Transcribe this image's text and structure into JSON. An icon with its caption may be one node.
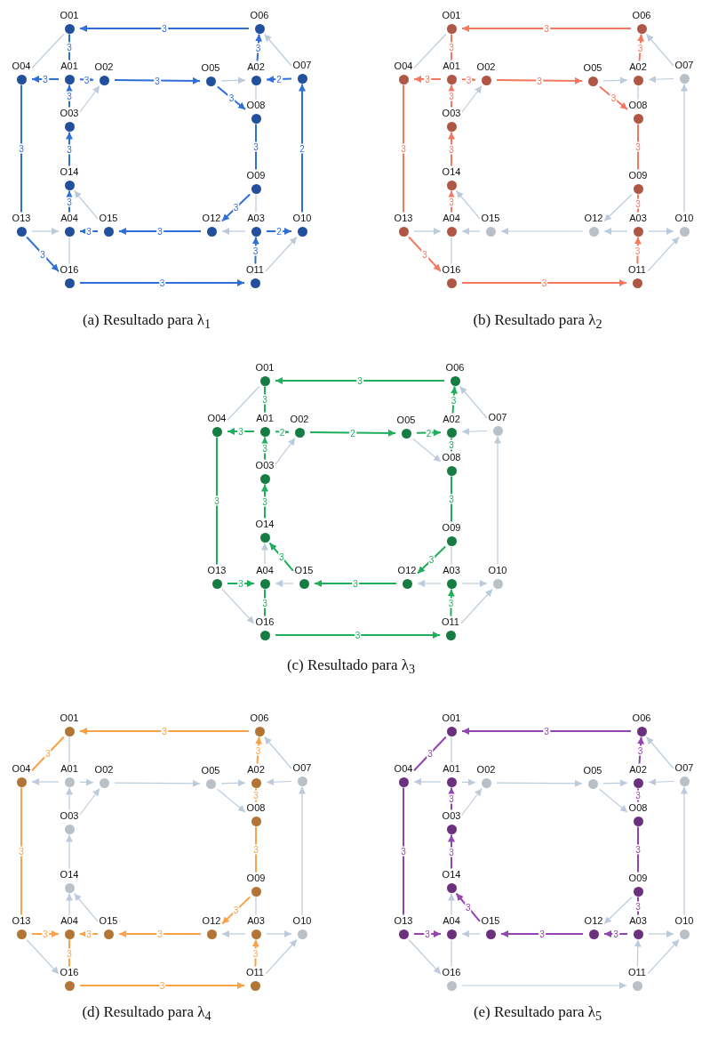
{
  "diagram": {
    "nodes": [
      {
        "text": [
          "O01"
        ]
      },
      {
        "text": [
          "O06"
        ]
      },
      {
        "text": [
          "O04"
        ]
      },
      {
        "text": [
          "A01"
        ]
      },
      {
        "text": [
          "O02"
        ]
      },
      {
        "text": [
          "O05"
        ]
      },
      {
        "text": [
          "A02"
        ]
      },
      {
        "text": [
          "O07"
        ]
      },
      {
        "text": [
          "O03"
        ]
      },
      {
        "text": [
          "O08"
        ]
      },
      {
        "text": [
          "O14"
        ]
      },
      {
        "text": [
          "O09"
        ]
      },
      {
        "text": [
          "O13"
        ]
      },
      {
        "text": [
          "A04"
        ]
      },
      {
        "text": [
          "O15"
        ]
      },
      {
        "text": [
          "O12"
        ]
      },
      {
        "text": [
          "A03"
        ]
      },
      {
        "text": [
          "O10"
        ]
      },
      {
        "text": [
          "O16"
        ]
      },
      {
        "text": [
          "O11"
        ]
      },
      {
        "text": [
          "O01"
        ]
      },
      {
        "text": [
          "O06"
        ]
      },
      {
        "text": [
          "O04"
        ]
      },
      {
        "text": [
          "A01"
        ]
      },
      {
        "text": [
          "O02"
        ]
      },
      {
        "text": [
          "O05"
        ]
      },
      {
        "text": [
          "A02"
        ]
      },
      {
        "text": [
          "O07"
        ]
      },
      {
        "text": [
          "O03"
        ]
      },
      {
        "text": [
          "O08"
        ]
      },
      {
        "text": [
          "O14"
        ]
      },
      {
        "text": [
          "O09"
        ]
      },
      {
        "text": [
          "O13"
        ]
      },
      {
        "text": [
          "A04"
        ]
      },
      {
        "text": [
          "O15"
        ]
      },
      {
        "text": [
          "O12"
        ]
      },
      {
        "text": [
          "A03"
        ]
      },
      {
        "text": [
          "O10"
        ]
      },
      {
        "text": [
          "O16"
        ]
      },
      {
        "text": [
          "O11"
        ]
      },
      {
        "text": [
          "O01"
        ]
      },
      {
        "text": [
          "O06"
        ]
      },
      {
        "text": [
          "O04"
        ]
      },
      {
        "text": [
          "A01"
        ]
      },
      {
        "text": [
          "O02"
        ]
      },
      {
        "text": [
          "O05"
        ]
      },
      {
        "text": [
          "A02"
        ]
      },
      {
        "text": [
          "O07"
        ]
      },
      {
        "text": [
          "O03"
        ]
      },
      {
        "text": [
          "O08"
        ]
      },
      {
        "text": [
          "O14"
        ]
      },
      {
        "text": [
          "O09"
        ]
      },
      {
        "text": [
          "O13"
        ]
      },
      {
        "text": [
          "A04"
        ]
      },
      {
        "text": [
          "O15"
        ]
      },
      {
        "text": [
          "O12"
        ]
      },
      {
        "text": [
          "A03"
        ]
      },
      {
        "text": [
          "O10"
        ]
      },
      {
        "text": [
          "O16"
        ]
      },
      {
        "text": [
          "O11"
        ]
      },
      {
        "text": [
          "O01"
        ]
      },
      {
        "text": [
          "O06"
        ]
      },
      {
        "text": [
          "O04"
        ]
      },
      {
        "text": [
          "A01"
        ]
      },
      {
        "text": [
          "O02"
        ]
      },
      {
        "text": [
          "O05"
        ]
      },
      {
        "text": [
          "A02"
        ]
      },
      {
        "text": [
          "O07"
        ]
      },
      {
        "text": [
          "O03"
        ]
      },
      {
        "text": [
          "O08"
        ]
      },
      {
        "text": [
          "O14"
        ]
      },
      {
        "text": [
          "O09"
        ]
      },
      {
        "text": [
          "O13"
        ]
      },
      {
        "text": [
          "A04"
        ]
      },
      {
        "text": [
          "O15"
        ]
      },
      {
        "text": [
          "O12"
        ]
      },
      {
        "text": [
          "A03"
        ]
      },
      {
        "text": [
          "O10"
        ]
      },
      {
        "text": [
          "O16"
        ]
      },
      {
        "text": [
          "O11"
        ]
      },
      {
        "text": [
          "O01"
        ]
      },
      {
        "text": [
          "O06"
        ]
      },
      {
        "text": [
          "O04"
        ]
      },
      {
        "text": [
          "A01"
        ]
      },
      {
        "text": [
          "O02"
        ]
      },
      {
        "text": [
          "O05"
        ]
      },
      {
        "text": [
          "A02"
        ]
      },
      {
        "text": [
          "O07"
        ]
      },
      {
        "text": [
          "O03"
        ]
      },
      {
        "text": [
          "O08"
        ]
      },
      {
        "text": [
          "O14"
        ]
      },
      {
        "text": [
          "O09"
        ]
      },
      {
        "text": [
          "O13"
        ]
      },
      {
        "text": [
          "A04"
        ]
      },
      {
        "text": [
          "O15"
        ]
      },
      {
        "text": [
          "O12"
        ]
      },
      {
        "text": [
          "A03"
        ]
      },
      {
        "text": [
          "O10"
        ]
      },
      {
        "text": [
          "O16"
        ]
      },
      {
        "text": [
          "O11"
        ]
      }
    ],
    "edges": [
      {
        "from": 1,
        "to": 0,
        "arrow": "to",
        "label": "3",
        "color": "#2f6fd8"
      },
      {
        "from": 3,
        "to": 0,
        "arrow": "none",
        "label": "3",
        "color": "#2f6fd8"
      },
      {
        "from": 0,
        "to": 2,
        "arrow": "none"
      },
      {
        "from": 3,
        "to": 2,
        "arrow": "to",
        "label": "3",
        "color": "#2f6fd8"
      },
      {
        "from": 3,
        "to": 4,
        "arrow": "to",
        "label": "3",
        "color": "#2f6fd8"
      },
      {
        "from": 8,
        "to": 3,
        "arrow": "to",
        "label": "3",
        "color": "#2f6fd8"
      },
      {
        "from": 8,
        "to": 4,
        "arrow": "to"
      },
      {
        "from": 4,
        "to": 5,
        "arrow": "to",
        "label": "3",
        "color": "#2f6fd8"
      },
      {
        "from": 5,
        "to": 6,
        "arrow": "to"
      },
      {
        "from": 7,
        "to": 6,
        "arrow": "to",
        "label": "2",
        "color": "#2f6fd8"
      },
      {
        "from": 6,
        "to": 1,
        "arrow": "to",
        "label": "3",
        "color": "#2f6fd8"
      },
      {
        "from": 7,
        "to": 1,
        "arrow": "to"
      },
      {
        "from": 5,
        "to": 9,
        "arrow": "to",
        "label": "3",
        "color": "#2f6fd8"
      },
      {
        "from": 6,
        "to": 9,
        "arrow": "none"
      },
      {
        "from": 2,
        "to": 12,
        "arrow": "none",
        "label": "3",
        "color": "#2f6fd8"
      },
      {
        "from": 10,
        "to": 8,
        "arrow": "to",
        "label": "3",
        "color": "#2f6fd8"
      },
      {
        "from": 13,
        "to": 10,
        "arrow": "to",
        "label": "3",
        "color": "#2f6fd8"
      },
      {
        "from": 14,
        "to": 10,
        "arrow": "to"
      },
      {
        "from": 9,
        "to": 11,
        "arrow": "none",
        "label": "3",
        "color": "#2f6fd8"
      },
      {
        "from": 11,
        "to": 15,
        "arrow": "to",
        "label": "3",
        "color": "#2f6fd8"
      },
      {
        "from": 11,
        "to": 16,
        "arrow": "none"
      },
      {
        "from": 17,
        "to": 7,
        "arrow": "to",
        "label": "2",
        "color": "#2f6fd8"
      },
      {
        "from": 12,
        "to": 13,
        "arrow": "to"
      },
      {
        "from": 14,
        "to": 13,
        "arrow": "to",
        "label": "3",
        "color": "#2f6fd8"
      },
      {
        "from": 15,
        "to": 14,
        "arrow": "to",
        "label": "3",
        "color": "#2f6fd8"
      },
      {
        "from": 16,
        "to": 15,
        "arrow": "to"
      },
      {
        "from": 16,
        "to": 17,
        "arrow": "to",
        "label": "2",
        "color": "#2f6fd8"
      },
      {
        "from": 12,
        "to": 18,
        "arrow": "to",
        "label": "3",
        "color": "#2f6fd8"
      },
      {
        "from": 13,
        "to": 18,
        "arrow": "none"
      },
      {
        "from": 18,
        "to": 19,
        "arrow": "to",
        "label": "3",
        "color": "#2f6fd8"
      },
      {
        "from": 19,
        "to": 16,
        "arrow": "to",
        "label": "3",
        "color": "#2f6fd8"
      },
      {
        "from": 19,
        "to": 17,
        "arrow": "to"
      },
      {
        "from": 21,
        "to": 20,
        "arrow": "to",
        "label": "3",
        "color": "#f4785f"
      },
      {
        "from": 23,
        "to": 20,
        "arrow": "none",
        "label": "3",
        "color": "#f4785f"
      },
      {
        "from": 20,
        "to": 22,
        "arrow": "none"
      },
      {
        "from": 23,
        "to": 22,
        "arrow": "to",
        "label": "3",
        "color": "#f4785f"
      },
      {
        "from": 23,
        "to": 24,
        "arrow": "to",
        "label": "3",
        "color": "#f4785f"
      },
      {
        "from": 28,
        "to": 23,
        "arrow": "to",
        "label": "3",
        "color": "#f4785f"
      },
      {
        "from": 28,
        "to": 24,
        "arrow": "to"
      },
      {
        "from": 24,
        "to": 25,
        "arrow": "to",
        "label": "3",
        "color": "#f4785f"
      },
      {
        "from": 25,
        "to": 26,
        "arrow": "to"
      },
      {
        "from": 27,
        "to": 26,
        "arrow": "to"
      },
      {
        "from": 26,
        "to": 21,
        "arrow": "to",
        "label": "3",
        "color": "#f4785f"
      },
      {
        "from": 27,
        "to": 21,
        "arrow": "to"
      },
      {
        "from": 25,
        "to": 29,
        "arrow": "to",
        "label": "3",
        "color": "#f4785f"
      },
      {
        "from": 26,
        "to": 29,
        "arrow": "none"
      },
      {
        "from": 22,
        "to": 32,
        "arrow": "none",
        "label": "3",
        "color": "#f4785f"
      },
      {
        "from": 30,
        "to": 28,
        "arrow": "to",
        "label": "3",
        "color": "#f4785f"
      },
      {
        "from": 33,
        "to": 30,
        "arrow": "to",
        "label": "3",
        "color": "#f4785f"
      },
      {
        "from": 34,
        "to": 30,
        "arrow": "to"
      },
      {
        "from": 29,
        "to": 31,
        "arrow": "none",
        "label": "3",
        "color": "#f4785f"
      },
      {
        "from": 31,
        "to": 35,
        "arrow": "to"
      },
      {
        "from": 31,
        "to": 36,
        "arrow": "none",
        "label": "3",
        "color": "#f4785f"
      },
      {
        "from": 37,
        "to": 27,
        "arrow": "to"
      },
      {
        "from": 32,
        "to": 33,
        "arrow": "to"
      },
      {
        "from": 34,
        "to": 33,
        "arrow": "to"
      },
      {
        "from": 35,
        "to": 34,
        "arrow": "to"
      },
      {
        "from": 36,
        "to": 35,
        "arrow": "to"
      },
      {
        "from": 36,
        "to": 37,
        "arrow": "to"
      },
      {
        "from": 32,
        "to": 38,
        "arrow": "to",
        "label": "3",
        "color": "#f4785f"
      },
      {
        "from": 33,
        "to": 38,
        "arrow": "none"
      },
      {
        "from": 38,
        "to": 39,
        "arrow": "to",
        "label": "3",
        "color": "#f4785f"
      },
      {
        "from": 39,
        "to": 36,
        "arrow": "to",
        "label": "3",
        "color": "#f4785f"
      },
      {
        "from": 39,
        "to": 37,
        "arrow": "to"
      },
      {
        "from": 41,
        "to": 40,
        "arrow": "to",
        "label": "3",
        "color": "#1fae5c"
      },
      {
        "from": 43,
        "to": 40,
        "arrow": "none",
        "label": "3",
        "color": "#1fae5c"
      },
      {
        "from": 40,
        "to": 42,
        "arrow": "none"
      },
      {
        "from": 43,
        "to": 42,
        "arrow": "to",
        "label": "3",
        "color": "#1fae5c"
      },
      {
        "from": 43,
        "to": 44,
        "arrow": "to",
        "label": "2",
        "color": "#1fae5c"
      },
      {
        "from": 48,
        "to": 43,
        "arrow": "to",
        "label": "3",
        "color": "#1fae5c"
      },
      {
        "from": 48,
        "to": 44,
        "arrow": "to"
      },
      {
        "from": 44,
        "to": 45,
        "arrow": "to",
        "label": "2",
        "color": "#1fae5c"
      },
      {
        "from": 45,
        "to": 46,
        "arrow": "to",
        "label": "2",
        "color": "#1fae5c"
      },
      {
        "from": 47,
        "to": 46,
        "arrow": "to"
      },
      {
        "from": 46,
        "to": 41,
        "arrow": "to",
        "label": "3",
        "color": "#1fae5c"
      },
      {
        "from": 47,
        "to": 41,
        "arrow": "to"
      },
      {
        "from": 45,
        "to": 49,
        "arrow": "to"
      },
      {
        "from": 46,
        "to": 49,
        "arrow": "none",
        "label": "3",
        "color": "#1fae5c"
      },
      {
        "from": 42,
        "to": 52,
        "arrow": "none",
        "label": "3",
        "color": "#1fae5c"
      },
      {
        "from": 50,
        "to": 48,
        "arrow": "to",
        "label": "3",
        "color": "#1fae5c"
      },
      {
        "from": 53,
        "to": 50,
        "arrow": "to"
      },
      {
        "from": 54,
        "to": 50,
        "arrow": "to",
        "label": "3",
        "color": "#1fae5c"
      },
      {
        "from": 49,
        "to": 51,
        "arrow": "none",
        "label": "3",
        "color": "#1fae5c"
      },
      {
        "from": 51,
        "to": 55,
        "arrow": "to",
        "label": "3",
        "color": "#1fae5c"
      },
      {
        "from": 51,
        "to": 56,
        "arrow": "none"
      },
      {
        "from": 57,
        "to": 47,
        "arrow": "to"
      },
      {
        "from": 52,
        "to": 53,
        "arrow": "to",
        "label": "3",
        "color": "#1fae5c"
      },
      {
        "from": 54,
        "to": 53,
        "arrow": "to"
      },
      {
        "from": 55,
        "to": 54,
        "arrow": "to",
        "label": "3",
        "color": "#1fae5c"
      },
      {
        "from": 56,
        "to": 55,
        "arrow": "to"
      },
      {
        "from": 56,
        "to": 57,
        "arrow": "to"
      },
      {
        "from": 52,
        "to": 58,
        "arrow": "to"
      },
      {
        "from": 53,
        "to": 58,
        "arrow": "none",
        "label": "3",
        "color": "#1fae5c"
      },
      {
        "from": 58,
        "to": 59,
        "arrow": "to",
        "label": "3",
        "color": "#1fae5c"
      },
      {
        "from": 59,
        "to": 56,
        "arrow": "to",
        "label": "3",
        "color": "#1fae5c"
      },
      {
        "from": 59,
        "to": 57,
        "arrow": "to"
      },
      {
        "from": 61,
        "to": 60,
        "arrow": "to",
        "label": "3",
        "color": "#f9a24a"
      },
      {
        "from": 63,
        "to": 60,
        "arrow": "none"
      },
      {
        "from": 60,
        "to": 62,
        "arrow": "none",
        "label": "3",
        "color": "#f9a24a"
      },
      {
        "from": 63,
        "to": 62,
        "arrow": "to"
      },
      {
        "from": 63,
        "to": 64,
        "arrow": "to"
      },
      {
        "from": 68,
        "to": 63,
        "arrow": "to"
      },
      {
        "from": 68,
        "to": 64,
        "arrow": "to"
      },
      {
        "from": 64,
        "to": 65,
        "arrow": "to"
      },
      {
        "from": 65,
        "to": 66,
        "arrow": "to"
      },
      {
        "from": 67,
        "to": 66,
        "arrow": "to"
      },
      {
        "from": 66,
        "to": 61,
        "arrow": "to",
        "label": "3",
        "color": "#f9a24a"
      },
      {
        "from": 67,
        "to": 61,
        "arrow": "to"
      },
      {
        "from": 65,
        "to": 69,
        "arrow": "to"
      },
      {
        "from": 66,
        "to": 69,
        "arrow": "none",
        "label": "3",
        "color": "#f9a24a"
      },
      {
        "from": 62,
        "to": 72,
        "arrow": "none",
        "label": "3",
        "color": "#f9a24a"
      },
      {
        "from": 70,
        "to": 68,
        "arrow": "to"
      },
      {
        "from": 73,
        "to": 70,
        "arrow": "to"
      },
      {
        "from": 74,
        "to": 70,
        "arrow": "to"
      },
      {
        "from": 69,
        "to": 71,
        "arrow": "none",
        "label": "3",
        "color": "#f9a24a"
      },
      {
        "from": 71,
        "to": 75,
        "arrow": "to",
        "label": "3",
        "color": "#f9a24a"
      },
      {
        "from": 71,
        "to": 76,
        "arrow": "none"
      },
      {
        "from": 77,
        "to": 67,
        "arrow": "to"
      },
      {
        "from": 72,
        "to": 73,
        "arrow": "to",
        "label": "3",
        "color": "#f9a24a"
      },
      {
        "from": 74,
        "to": 73,
        "arrow": "to",
        "label": "3",
        "color": "#f9a24a"
      },
      {
        "from": 75,
        "to": 74,
        "arrow": "to",
        "label": "3",
        "color": "#f9a24a"
      },
      {
        "from": 76,
        "to": 75,
        "arrow": "to"
      },
      {
        "from": 76,
        "to": 77,
        "arrow": "to"
      },
      {
        "from": 72,
        "to": 78,
        "arrow": "to"
      },
      {
        "from": 73,
        "to": 78,
        "arrow": "none",
        "label": "3",
        "color": "#f9a24a"
      },
      {
        "from": 78,
        "to": 79,
        "arrow": "to",
        "label": "3",
        "color": "#f9a24a"
      },
      {
        "from": 79,
        "to": 76,
        "arrow": "to",
        "label": "3",
        "color": "#f9a24a"
      },
      {
        "from": 79,
        "to": 77,
        "arrow": "to"
      },
      {
        "from": 81,
        "to": 80,
        "arrow": "to",
        "label": "3",
        "color": "#9444b0"
      },
      {
        "from": 83,
        "to": 80,
        "arrow": "none"
      },
      {
        "from": 80,
        "to": 82,
        "arrow": "none",
        "label": "3",
        "color": "#9444b0"
      },
      {
        "from": 83,
        "to": 82,
        "arrow": "to"
      },
      {
        "from": 83,
        "to": 84,
        "arrow": "to"
      },
      {
        "from": 88,
        "to": 83,
        "arrow": "to",
        "label": "3",
        "color": "#9444b0"
      },
      {
        "from": 88,
        "to": 84,
        "arrow": "to"
      },
      {
        "from": 84,
        "to": 85,
        "arrow": "to"
      },
      {
        "from": 85,
        "to": 86,
        "arrow": "to"
      },
      {
        "from": 87,
        "to": 86,
        "arrow": "to"
      },
      {
        "from": 86,
        "to": 81,
        "arrow": "to",
        "label": "3",
        "color": "#9444b0"
      },
      {
        "from": 87,
        "to": 81,
        "arrow": "to"
      },
      {
        "from": 85,
        "to": 89,
        "arrow": "to"
      },
      {
        "from": 86,
        "to": 89,
        "arrow": "none",
        "label": "3",
        "color": "#9444b0"
      },
      {
        "from": 82,
        "to": 92,
        "arrow": "none",
        "label": "3",
        "color": "#9444b0"
      },
      {
        "from": 90,
        "to": 88,
        "arrow": "to",
        "label": "3",
        "color": "#9444b0"
      },
      {
        "from": 93,
        "to": 90,
        "arrow": "to"
      },
      {
        "from": 94,
        "to": 90,
        "arrow": "to",
        "label": "3",
        "color": "#9444b0"
      },
      {
        "from": 89,
        "to": 91,
        "arrow": "none",
        "label": "3",
        "color": "#9444b0"
      },
      {
        "from": 91,
        "to": 95,
        "arrow": "to"
      },
      {
        "from": 91,
        "to": 96,
        "arrow": "none",
        "label": "3",
        "color": "#9444b0"
      },
      {
        "from": 97,
        "to": 87,
        "arrow": "to"
      },
      {
        "from": 92,
        "to": 93,
        "arrow": "to",
        "label": "3",
        "color": "#9444b0"
      },
      {
        "from": 94,
        "to": 93,
        "arrow": "to"
      },
      {
        "from": 95,
        "to": 94,
        "arrow": "to",
        "label": "3",
        "color": "#9444b0"
      },
      {
        "from": 96,
        "to": 95,
        "arrow": "to",
        "label": "3",
        "color": "#9444b0"
      },
      {
        "from": 96,
        "to": 97,
        "arrow": "to"
      },
      {
        "from": 92,
        "to": 98,
        "arrow": "to"
      },
      {
        "from": 93,
        "to": 98,
        "arrow": "none"
      },
      {
        "from": 98,
        "to": 99,
        "arrow": "to"
      },
      {
        "from": 99,
        "to": 96,
        "arrow": "to"
      },
      {
        "from": 99,
        "to": 97,
        "arrow": "to"
      }
    ],
    "labels": [
      "(a) Resultado para λ$_{1}$",
      "(b) Resultado para λ$_{2}$",
      "(c) Resultado para λ$_{3}$",
      "(d) Resultado para λ$_{4}$",
      "(e) Resultado para λ$_{5}$"
    ]
  }
}
